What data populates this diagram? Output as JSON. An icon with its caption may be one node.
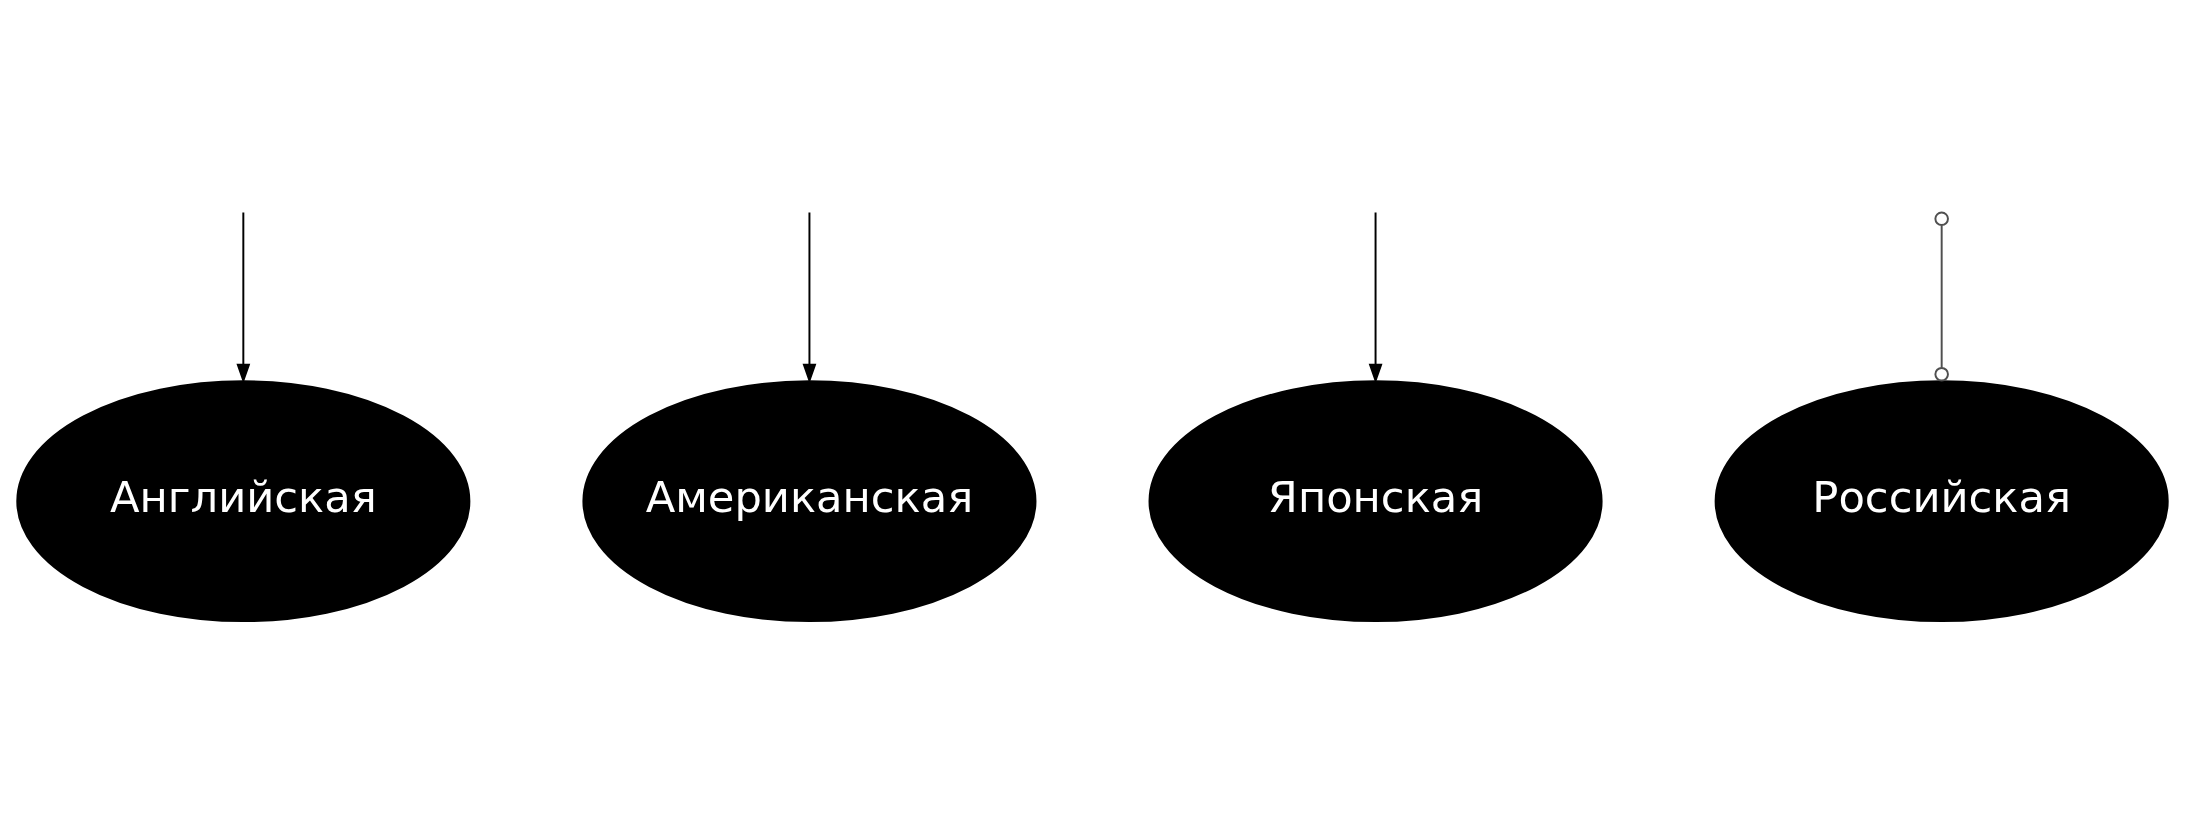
{
  "diagram": {
    "nodes": [
      {
        "text": [
          "Английская"
        ]
      },
      {
        "text": [
          "Американская"
        ]
      },
      {
        "text": [
          "Японская"
        ]
      },
      {
        "text": [
          "Российская"
        ]
      }
    ],
    "edges": [
      {
        "from": null,
        "to": 0,
        "arrow": "to"
      },
      {
        "from": null,
        "to": 1,
        "arrow": "to"
      },
      {
        "from": null,
        "to": 2,
        "arrow": "to"
      },
      {
        "from": null,
        "to": 3,
        "arrow": "other",
        "color": "#505050"
      }
    ]
  }
}
